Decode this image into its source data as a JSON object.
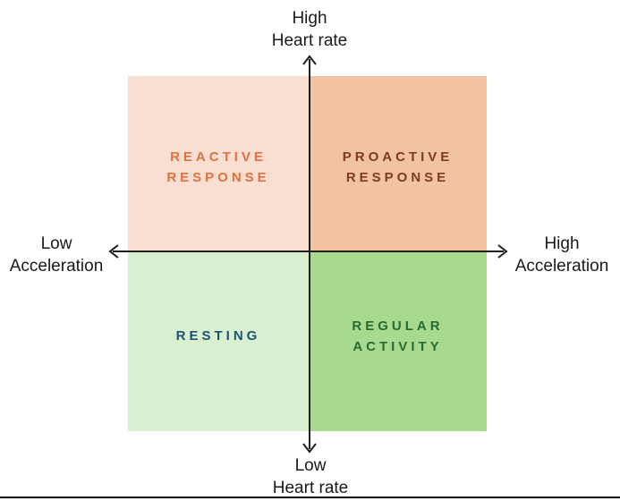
{
  "diagram": {
    "axis_labels": {
      "top": "High\nHeart rate",
      "bottom": "Low\nHeart rate",
      "left": "Low\nAcceleration",
      "right": "High\nAcceleration"
    },
    "quadrants": {
      "top_left": {
        "label": "REACTIVE\nRESPONSE",
        "bg": "#f9dfd2",
        "fg": "#e2703c"
      },
      "top_right": {
        "label": "PROACTIVE\nRESPONSE",
        "bg": "#f2c3a3",
        "fg": "#7e3b20"
      },
      "bottom_left": {
        "label": "RESTING",
        "bg": "#d9f0d0",
        "fg": "#1c5375"
      },
      "bottom_right": {
        "label": "REGULAR\nACTIVITY",
        "bg": "#a7d98f",
        "fg": "#276b31"
      }
    },
    "colors": {
      "axis": "#1f1f1f",
      "axis_label_text": "#1a1a1a",
      "bottom_border": "#000000"
    }
  }
}
